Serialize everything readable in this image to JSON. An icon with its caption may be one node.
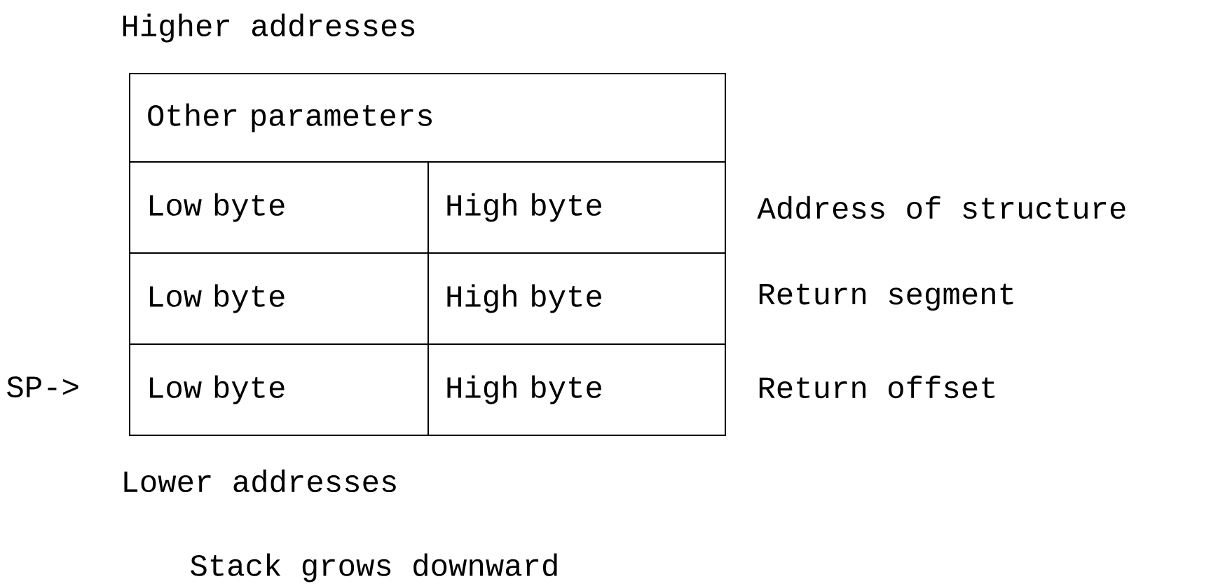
{
  "diagram": {
    "nodes": [
      {
        "text": [
          "Other parameters"
        ]
      },
      {
        "text": [
          "Low byte"
        ]
      },
      {
        "text": [
          "High byte"
        ]
      },
      {
        "text": [
          "Low byte"
        ]
      },
      {
        "text": [
          "High byte"
        ]
      },
      {
        "text": [
          "Low byte"
        ]
      },
      {
        "text": [
          "High byte"
        ]
      }
    ],
    "labels": [
      "Higher addresses",
      "Address of structure",
      "Return segment",
      "SP->",
      "Return offset",
      "Lower addresses",
      "Stack grows downward"
    ]
  }
}
